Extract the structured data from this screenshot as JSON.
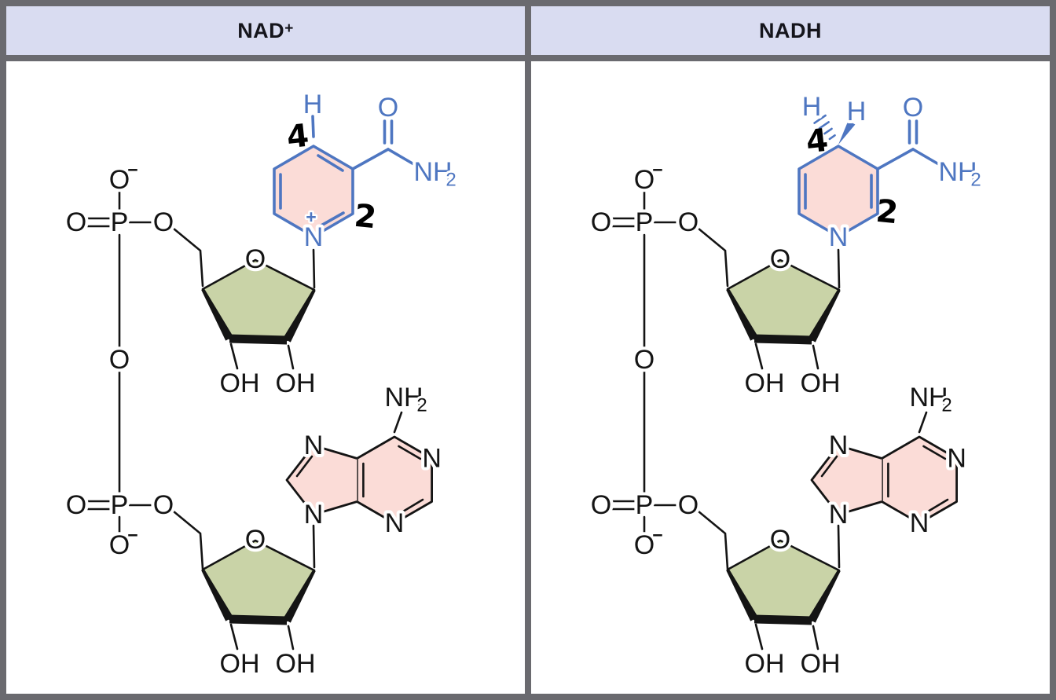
{
  "panels": [
    {
      "header": {
        "base": "NAD",
        "sup": "+"
      }
    },
    {
      "header": {
        "base": "NADH",
        "sup": ""
      }
    }
  ],
  "atoms": {
    "O": "O",
    "P": "P",
    "N": "N",
    "H": "H",
    "OH": "OH",
    "NH": "NH",
    "sub2": "2",
    "minus": "−",
    "plus": "+"
  },
  "ring_positions": {
    "four": "4",
    "two": "2"
  },
  "colors": {
    "blue": "#4e76c1",
    "pink": "#fbdcd7",
    "green": "#c9d3a7",
    "header_bg": "#d9dcf1",
    "frame": "#6a6a6f"
  }
}
